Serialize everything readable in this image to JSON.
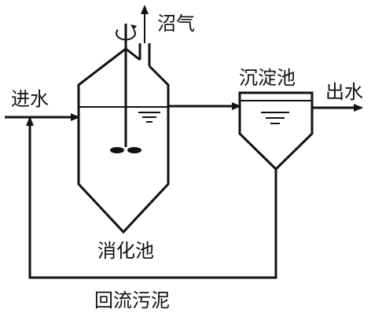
{
  "labels": {
    "inlet": "进水",
    "biogas": "沼气",
    "sedimentation_tank": "沉淀池",
    "outlet": "出水",
    "digester": "消化池",
    "return_sludge": "回流污泥"
  },
  "colors": {
    "line": "#111111",
    "background": "#ffffff"
  }
}
